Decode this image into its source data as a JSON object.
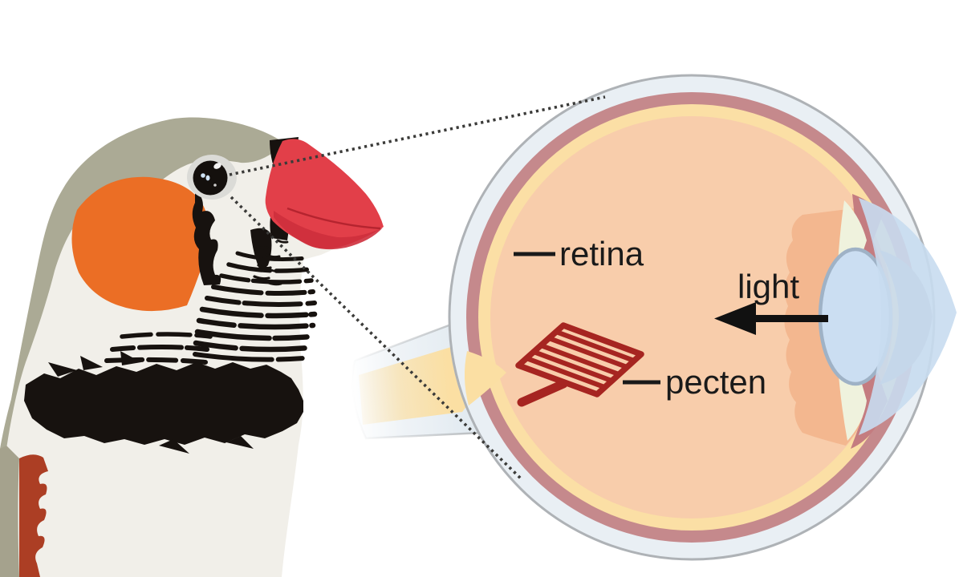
{
  "figure": {
    "type": "anatomical-diagram",
    "subject": "Zebra finch head with enlarged cross-section of the avian eye"
  },
  "labels": {
    "retina": "retina",
    "light": "light",
    "pecten": "pecten"
  },
  "palette": {
    "bird_head_gray": "#ABAA95",
    "bird_back_gray": "#A5A28D",
    "cheek_orange": "#EB6E25",
    "beak_red": "#E23F49",
    "beak_red_dark": "#CE2F3C",
    "feather_white": "#F1EFE9",
    "marking_black": "#17120F",
    "flank_chestnut": "#AC3E24",
    "sclera_blue": "#E9EFF4",
    "sclera_outline": "#AEB2B6",
    "choroid_pink": "#C5898C",
    "retina_cream": "#FBDFA5",
    "vitreous_peach": "#F8CDAB",
    "fundus_peach_dark": "#F3B78F",
    "optic_nerve_yellow": "#FBDFA3",
    "ciliary_cream": "#EFF2DD",
    "ciliary_pink": "#C47C80",
    "iris_gray": "#A9AFBB",
    "cornea_blue": "#C8DBEF",
    "lens_blue": "#CBDEF2",
    "pecten_red": "#A62521",
    "label_black": "#1A1A1A",
    "dotted_line": "#3B3B39"
  }
}
